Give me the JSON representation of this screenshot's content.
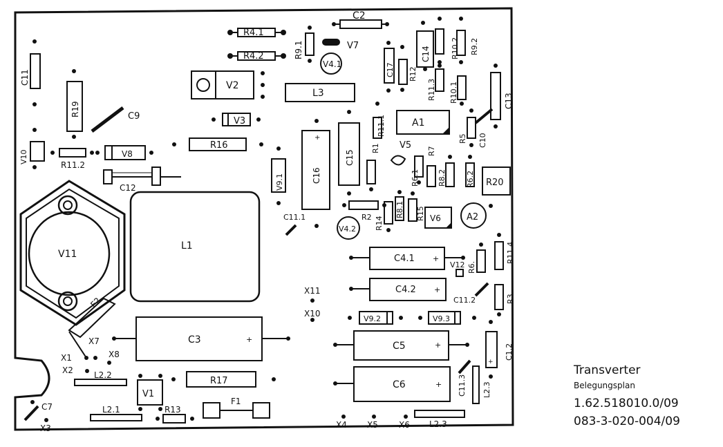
{
  "caption": {
    "title": "Transverter",
    "subtitle": "Belegungsplan",
    "number1": "1.62.518010.0/09",
    "number2": "083-3-020-004/09"
  },
  "components": [
    "C2",
    "R4.1",
    "R4.2",
    "R9.1",
    "V7",
    "V4.1",
    "C14",
    "R10.2",
    "R9.2",
    "C17",
    "R12",
    "R11.3",
    "R10.1",
    "C13",
    "V2",
    "L3",
    "C11",
    "R19",
    "C9",
    "V3",
    "A1",
    "R5",
    "C10",
    "R11.1",
    "C15",
    "C16",
    "V10",
    "R11.2",
    "V8",
    "R16",
    "V9.1",
    "R1",
    "V5",
    "R7",
    "R6.1",
    "R8.2",
    "R6.2",
    "R20",
    "C12",
    "R2",
    "R8.1",
    "R14",
    "R15",
    "V6",
    "A2",
    "C11.1",
    "V4.2",
    "V11",
    "L1",
    "C4.1",
    "V12",
    "R6.",
    "R11.4",
    "C4.2",
    "C11.2",
    "R3",
    "F2",
    "X11",
    "X10",
    "V9.2",
    "V9.3",
    "X7",
    "C3",
    "C5",
    "C1.2",
    "X1",
    "X8",
    "X2",
    "L2.2",
    "C6",
    "C11.3",
    "L2.3",
    "R17",
    "V1",
    "F1",
    "C7",
    "L2.1",
    "R13",
    "X3",
    "X4",
    "X5",
    "X6",
    "L2.3"
  ]
}
